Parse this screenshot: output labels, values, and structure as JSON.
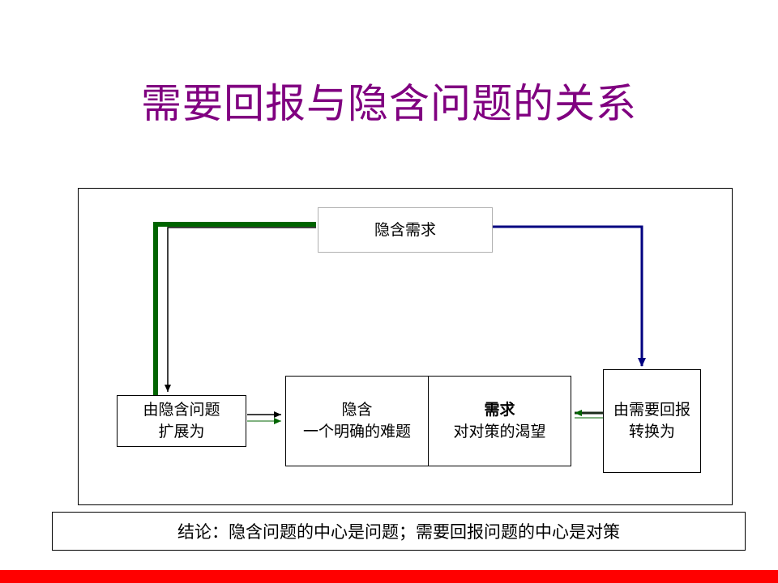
{
  "title": "需要回报与隐含问题的关系",
  "nodes": {
    "top": {
      "label": "隐含需求"
    },
    "left": {
      "line1": "由隐含问题",
      "line2": "扩展为"
    },
    "middle_left": {
      "line1": "隐含",
      "line2": "一个明确的难题"
    },
    "middle_right": {
      "line1": "需求",
      "line2": "对对策的渴望"
    },
    "right": {
      "line1": "由需要回报",
      "line2": "转换为"
    }
  },
  "conclusion": "结论：隐含问题的中心是问题；需要回报问题的中心是对策",
  "colors": {
    "title": "#800080",
    "green_connector": "#006400",
    "navy_connector": "#000080",
    "bottom_bar": "#ff0000"
  }
}
